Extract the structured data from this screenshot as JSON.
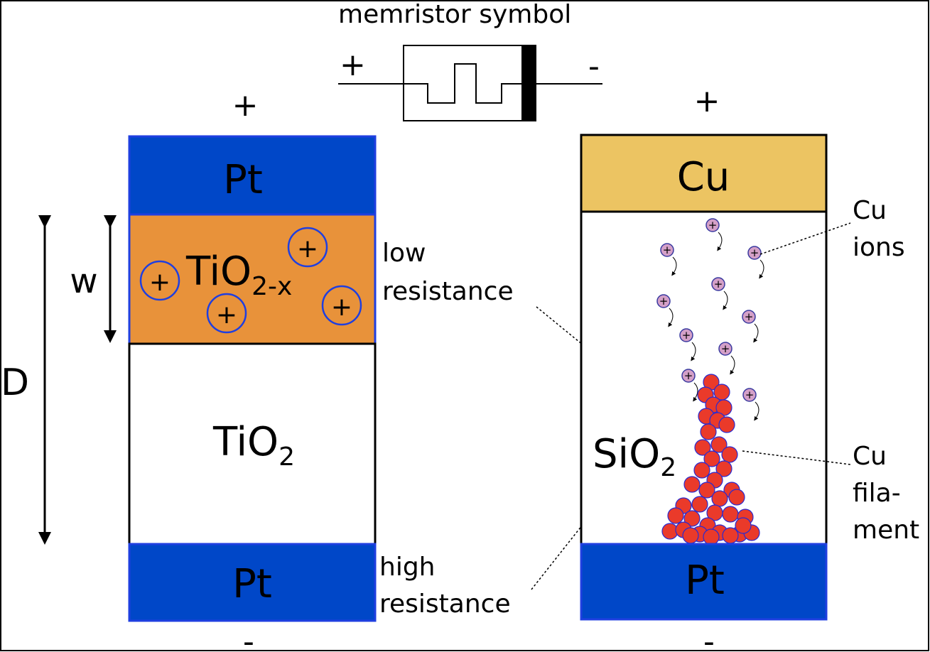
{
  "symbol": {
    "title": "memristor symbol",
    "plus": "+",
    "minus": "-"
  },
  "left_device": {
    "top_sign": "+",
    "bottom_sign": "-",
    "top_electrode": "Pt",
    "doped_layer": {
      "base": "TiO",
      "subscript": "2-x"
    },
    "undoped_layer": {
      "base": "TiO",
      "subscript": "2"
    },
    "bottom_electrode": "Pt",
    "ion_symbol": "+",
    "width_label": "w",
    "thickness_label": "D",
    "colors": {
      "electrode": "#0047c8",
      "doped": "#e8923a",
      "border": "#1f3fe0"
    }
  },
  "right_device": {
    "top_sign": "+",
    "bottom_sign": "-",
    "top_electrode": "Cu",
    "insulator": {
      "base": "SiO",
      "subscript": "2"
    },
    "bottom_electrode": "Pt",
    "ion_symbol": "+",
    "ions_label": [
      "Cu",
      "ions"
    ],
    "filament_label": [
      "Cu",
      "fila-",
      "ment"
    ],
    "colors": {
      "top_electrode": "#ecc462",
      "bottom_electrode": "#0047c8",
      "filament": "#ea3a2a",
      "ion": "#d4a0c8"
    }
  },
  "state_labels": {
    "low": [
      "low",
      "resistance"
    ],
    "high": [
      "high",
      "resistance"
    ]
  }
}
